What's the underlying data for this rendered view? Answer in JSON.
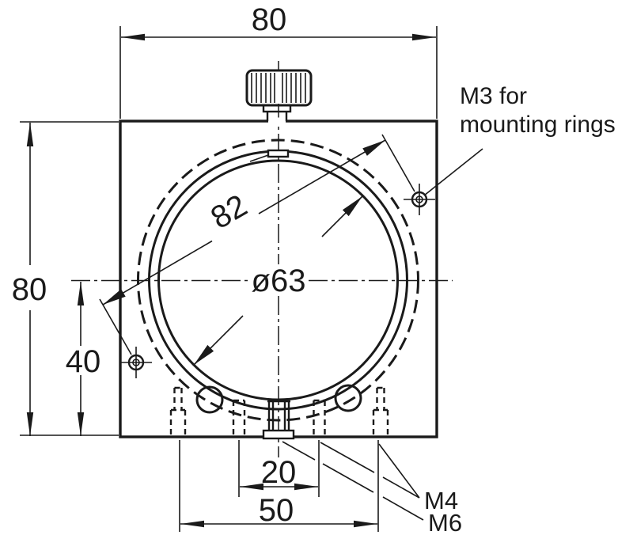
{
  "drawing_title": "lens-mount-front-view-technical-drawing",
  "colors": {
    "ink": "#1a1a1a",
    "paper": "#ffffff"
  },
  "dimensions": {
    "overall_width": "80",
    "overall_height": "80",
    "center_to_base": "40",
    "mounting_ring_circle": "82",
    "aperture_diameter": "ø63",
    "inner_hole_spacing": "20",
    "outer_hole_spacing": "50"
  },
  "labels": {
    "m3_note_line1": "M3 for",
    "m3_note_line2": "mounting rings",
    "m4": "M4",
    "m6": "M6"
  }
}
